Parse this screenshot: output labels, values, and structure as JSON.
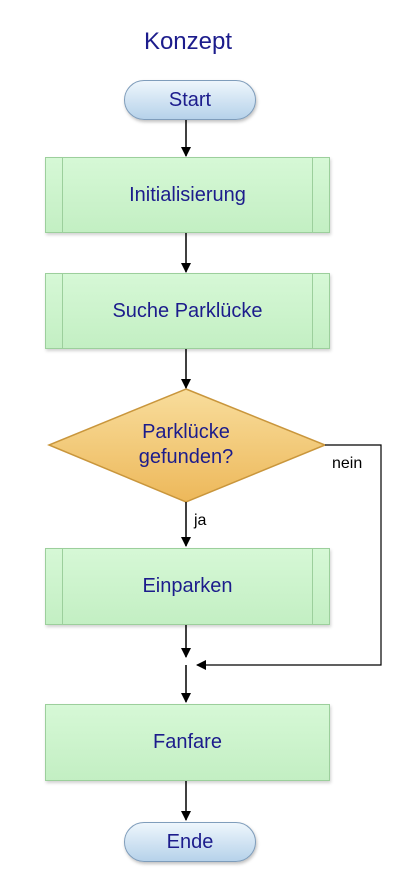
{
  "title": "Konzept",
  "nodes": {
    "start": "Start",
    "init": "Initialisierung",
    "search": "Suche Parklücke",
    "decision_line1": "Parklücke",
    "decision_line2": "gefunden?",
    "park": "Einparken",
    "fanfare": "Fanfare",
    "end": "Ende"
  },
  "edge_labels": {
    "yes": "ja",
    "no": "nein"
  },
  "colors": {
    "text": "#1c1c8c",
    "terminal_fill": "#cfe2f2",
    "process_fill": "#c8f2c8",
    "decision_fill": "#f2c46e",
    "line": "#000000"
  }
}
